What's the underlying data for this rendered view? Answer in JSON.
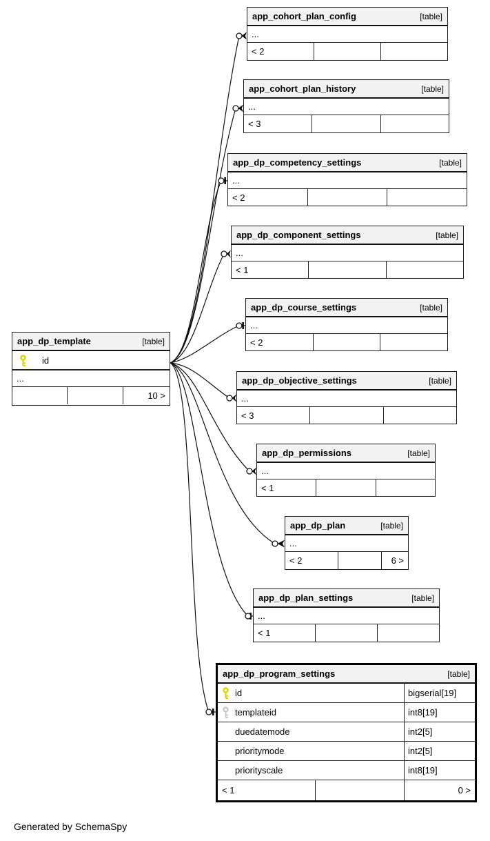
{
  "diagram": {
    "generated_note": "Generated by SchemaSpy",
    "colors": {
      "primary_key": "#d6d600",
      "foreign_key": "#c9c9c9",
      "header_background": "#f2f2f2"
    }
  },
  "tables": {
    "template": {
      "name": "app_dp_template",
      "badge": "[table]",
      "columns": [
        {
          "name": "id",
          "key": "primary"
        }
      ],
      "more": "...",
      "footer": {
        "c1": "",
        "c2": "",
        "c3": "10 >"
      }
    },
    "config": {
      "name": "app_cohort_plan_config",
      "badge": "[table]",
      "more": "...",
      "footer": {
        "c1": "< 2",
        "c2": "",
        "c3": ""
      }
    },
    "history": {
      "name": "app_cohort_plan_history",
      "badge": "[table]",
      "more": "...",
      "footer": {
        "c1": "< 3",
        "c2": "",
        "c3": ""
      }
    },
    "competency": {
      "name": "app_dp_competency_settings",
      "badge": "[table]",
      "more": "...",
      "footer": {
        "c1": "< 2",
        "c2": "",
        "c3": ""
      }
    },
    "component": {
      "name": "app_dp_component_settings",
      "badge": "[table]",
      "more": "...",
      "footer": {
        "c1": "< 1",
        "c2": "",
        "c3": ""
      }
    },
    "course": {
      "name": "app_dp_course_settings",
      "badge": "[table]",
      "more": "...",
      "footer": {
        "c1": "< 2",
        "c2": "",
        "c3": ""
      }
    },
    "objective": {
      "name": "app_dp_objective_settings",
      "badge": "[table]",
      "more": "...",
      "footer": {
        "c1": "< 3",
        "c2": "",
        "c3": ""
      }
    },
    "permissions": {
      "name": "app_dp_permissions",
      "badge": "[table]",
      "more": "...",
      "footer": {
        "c1": "< 1",
        "c2": "",
        "c3": ""
      }
    },
    "plan": {
      "name": "app_dp_plan",
      "badge": "[table]",
      "more": "...",
      "footer": {
        "c1": "< 2",
        "c2": "",
        "c3": "6 >"
      }
    },
    "plan_settings": {
      "name": "app_dp_plan_settings",
      "badge": "[table]",
      "more": "...",
      "footer": {
        "c1": "< 1",
        "c2": "",
        "c3": ""
      }
    },
    "program": {
      "name": "app_dp_program_settings",
      "badge": "[table]",
      "columns": [
        {
          "name": "id",
          "type": "bigserial[19]",
          "key": "primary"
        },
        {
          "name": "templateid",
          "type": "int8[19]",
          "key": "foreign"
        },
        {
          "name": "duedatemode",
          "type": "int2[5]",
          "key": ""
        },
        {
          "name": "prioritymode",
          "type": "int2[5]",
          "key": ""
        },
        {
          "name": "priorityscale",
          "type": "int8[19]",
          "key": ""
        }
      ],
      "footer": {
        "c1": "< 1",
        "c2": "",
        "c3": "0 >"
      }
    }
  },
  "relationships": [
    {
      "parent": "app_dp_template",
      "child": "app_cohort_plan_config",
      "child_end": "crowfoot-odot"
    },
    {
      "parent": "app_dp_template",
      "child": "app_cohort_plan_history",
      "child_end": "crowfoot-odot"
    },
    {
      "parent": "app_dp_template",
      "child": "app_dp_competency_settings",
      "child_end": "tee-odot"
    },
    {
      "parent": "app_dp_template",
      "child": "app_dp_component_settings",
      "child_end": "crowfoot-odot"
    },
    {
      "parent": "app_dp_template",
      "child": "app_dp_course_settings",
      "child_end": "tee-odot"
    },
    {
      "parent": "app_dp_template",
      "child": "app_dp_objective_settings",
      "child_end": "crowfoot-odot"
    },
    {
      "parent": "app_dp_template",
      "child": "app_dp_permissions",
      "child_end": "crowfoot-odot"
    },
    {
      "parent": "app_dp_template",
      "child": "app_dp_plan",
      "child_end": "crowfoot-odot"
    },
    {
      "parent": "app_dp_template",
      "child": "app_dp_plan_settings",
      "child_end": "tee-odot"
    },
    {
      "parent": "app_dp_template",
      "child": "app_dp_program_settings",
      "child_end": "tee-odot"
    }
  ]
}
